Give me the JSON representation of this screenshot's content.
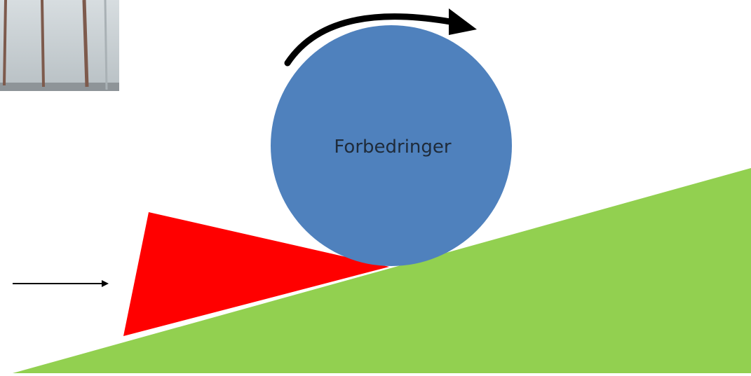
{
  "diagram": {
    "circle_label": "Forbedringer",
    "colors": {
      "ramp": "#92d050",
      "circle": "#4f81bd",
      "wedge": "#ff0000",
      "arrow": "#000000",
      "photo_bg": "#c9cfd2",
      "photo_bar": "#7d5a4c"
    },
    "elements": [
      "photo-thumbnail",
      "rotation-arrow-icon",
      "improvement-circle",
      "wedge-stopper",
      "incline-ramp",
      "push-arrow-icon"
    ]
  }
}
